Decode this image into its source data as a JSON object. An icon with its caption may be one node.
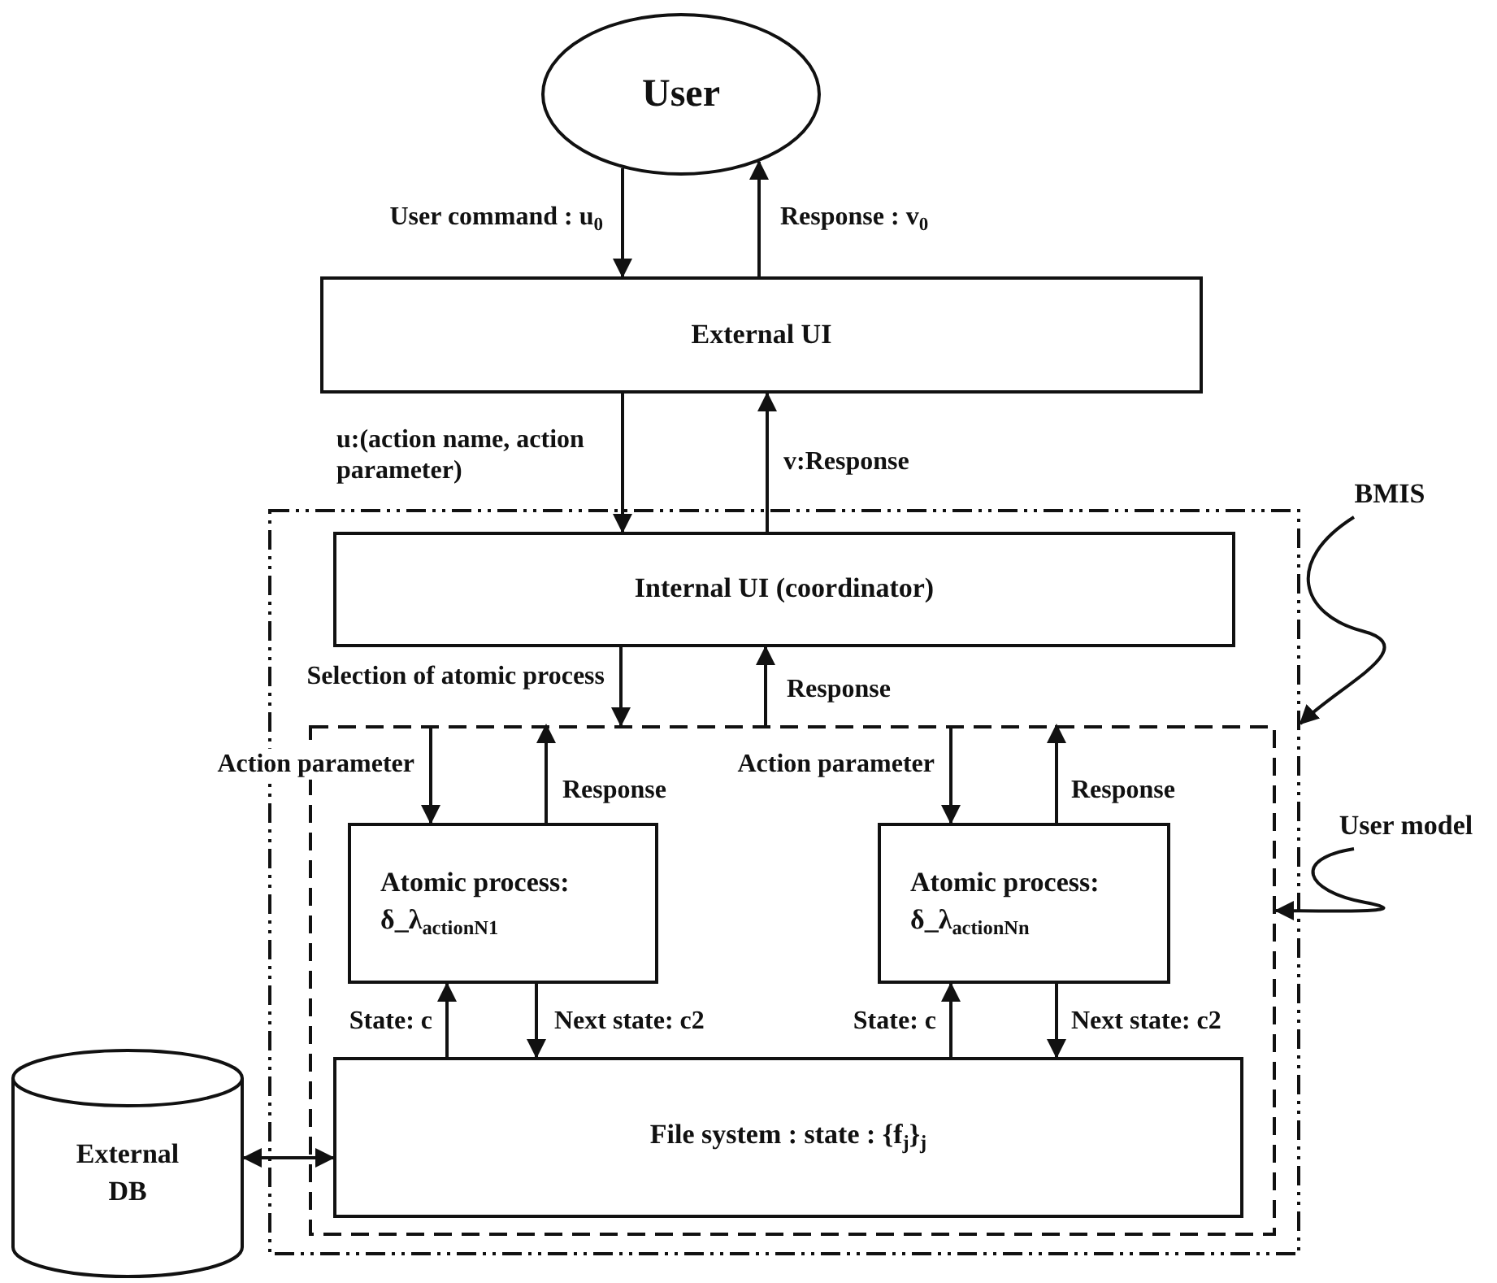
{
  "diagram": {
    "nodes": [
      {
        "text": [
          "User"
        ]
      },
      {
        "text": [
          "External UI"
        ]
      },
      {
        "text": [],
        "shape": "box"
      },
      {
        "text": [
          "Internal UI (coordinator)"
        ],
        "in": 2
      },
      {
        "text": [],
        "shape": "box",
        "in": 2
      },
      {
        "text": [
          "Atomic process: δ_λ$_{actionN1}$"
        ],
        "in": 4
      },
      {
        "text": [
          "Atomic process: δ_λ$_{actionNn}$"
        ],
        "in": 4
      },
      {
        "text": [
          "File system : state : {f$_{j}$}$_{j}$"
        ],
        "in": 4
      },
      {
        "text": [
          "External DB"
        ]
      },
      {
        "text": [
          "BMIS"
        ]
      },
      {
        "text": [
          "User model"
        ]
      }
    ],
    "edges": [
      {
        "from": 0,
        "to": 1,
        "arrow": "to",
        "label": "User command : u$_{0}$"
      },
      {
        "from": 1,
        "to": 0,
        "arrow": "to",
        "label": "Response : v$_{0}$"
      },
      {
        "from": 1,
        "to": 3,
        "arrow": "to",
        "label": "u:(action name, action parameter)"
      },
      {
        "from": 3,
        "to": 1,
        "arrow": "to",
        "label": "v:Response"
      },
      {
        "from": 3,
        "to": 4,
        "arrow": "to",
        "label": "Selection of atomic process"
      },
      {
        "from": 4,
        "to": 3,
        "arrow": "to",
        "label": "Response"
      },
      {
        "from": 4,
        "to": 5,
        "arrow": "to",
        "label": "Action parameter"
      },
      {
        "from": 5,
        "to": 4,
        "arrow": "to",
        "label": "Response"
      },
      {
        "from": 4,
        "to": 6,
        "arrow": "to",
        "label": "Action parameter"
      },
      {
        "from": 6,
        "to": 4,
        "arrow": "to",
        "label": "Response"
      },
      {
        "from": 7,
        "to": 5,
        "arrow": "to",
        "label": "State: c"
      },
      {
        "from": 5,
        "to": 7,
        "arrow": "to",
        "label": "Next state: c2"
      },
      {
        "from": 7,
        "to": 6,
        "arrow": "to",
        "label": "State: c"
      },
      {
        "from": 6,
        "to": 7,
        "arrow": "to",
        "label": "Next state: c2"
      },
      {
        "from": 8,
        "to": 7,
        "arrow": "both"
      },
      {
        "from": 9,
        "to": 2,
        "arrow": "to"
      },
      {
        "from": 10,
        "to": 4,
        "arrow": "to"
      }
    ]
  }
}
